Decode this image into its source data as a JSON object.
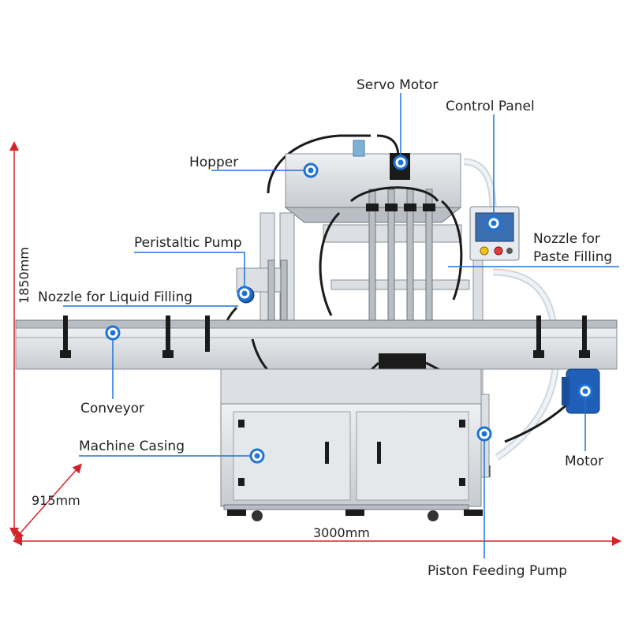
{
  "labels": {
    "servo_motor": "Servo Motor",
    "control_panel": "Control Panel",
    "hopper": "Hopper",
    "peristaltic_pump": "Peristaltic Pump",
    "nozzle_paste_line1": "Nozzle for",
    "nozzle_paste_line2": "Paste Filling",
    "nozzle_liquid": "Nozzle for Liquid Filling",
    "conveyor": "Conveyor",
    "machine_casing": "Machine Casing",
    "motor": "Motor",
    "piston_feeding_pump": "Piston Feeding Pump"
  },
  "dimensions": {
    "height": "1850mm",
    "depth": "915mm",
    "width": "3000mm"
  },
  "colors": {
    "accent": "#1e73d8",
    "dimension": "#d6232a"
  }
}
